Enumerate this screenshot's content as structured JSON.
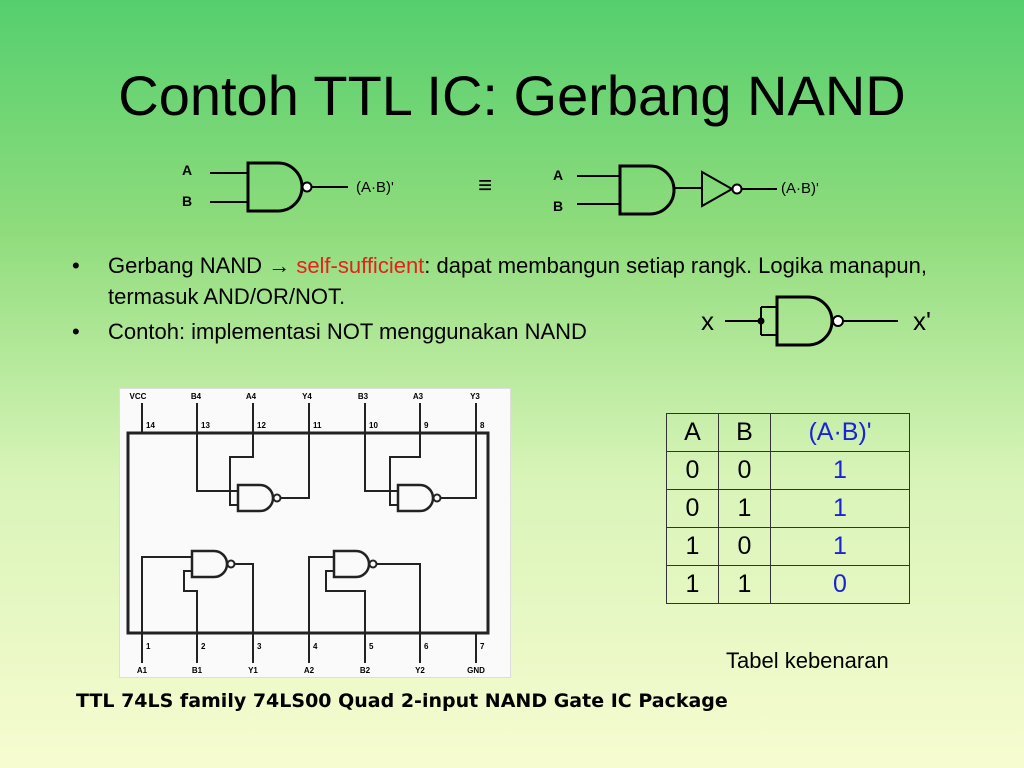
{
  "slide": {
    "title": "Contoh TTL IC: Gerbang NAND",
    "equiv_symbol": "≡",
    "gate1": {
      "input_a": "A",
      "input_b": "B",
      "output": "(A·B)'"
    },
    "gate2": {
      "input_a": "A",
      "input_b": "B",
      "output": "(A·B)'"
    },
    "bullets": [
      {
        "prefix": "Gerbang NAND ",
        "arrow": "→",
        "highlight": "self-sufficient",
        "suffix": ": dapat membangun setiap rangk. Logika manapun, termasuk AND/OR/NOT."
      },
      {
        "text": "Contoh: implementasi NOT menggunakan NAND"
      }
    ],
    "not_gate": {
      "input": "x",
      "output": "x'"
    },
    "package": {
      "top_labels": [
        "VCC",
        "B4",
        "A4",
        "Y4",
        "B3",
        "A3",
        "Y3"
      ],
      "top_pins": [
        "14",
        "13",
        "12",
        "11",
        "10",
        "9",
        "8"
      ],
      "bottom_pins": [
        "1",
        "2",
        "3",
        "4",
        "5",
        "6",
        "7"
      ],
      "bottom_labels": [
        "A1",
        "B1",
        "Y1",
        "A2",
        "B2",
        "Y2",
        "GND"
      ]
    },
    "truth_table": {
      "headers": [
        "A",
        "B",
        "(A·B)'"
      ],
      "rows": [
        [
          "0",
          "0",
          "1"
        ],
        [
          "0",
          "1",
          "1"
        ],
        [
          "1",
          "0",
          "1"
        ],
        [
          "1",
          "1",
          "0"
        ]
      ],
      "caption": "Tabel kebenaran"
    },
    "caption": "TTL 74LS family 74LS00 Quad 2-input NAND Gate IC Package",
    "colors": {
      "highlight": "#e8201b",
      "table_output": "#1b22d8"
    }
  }
}
